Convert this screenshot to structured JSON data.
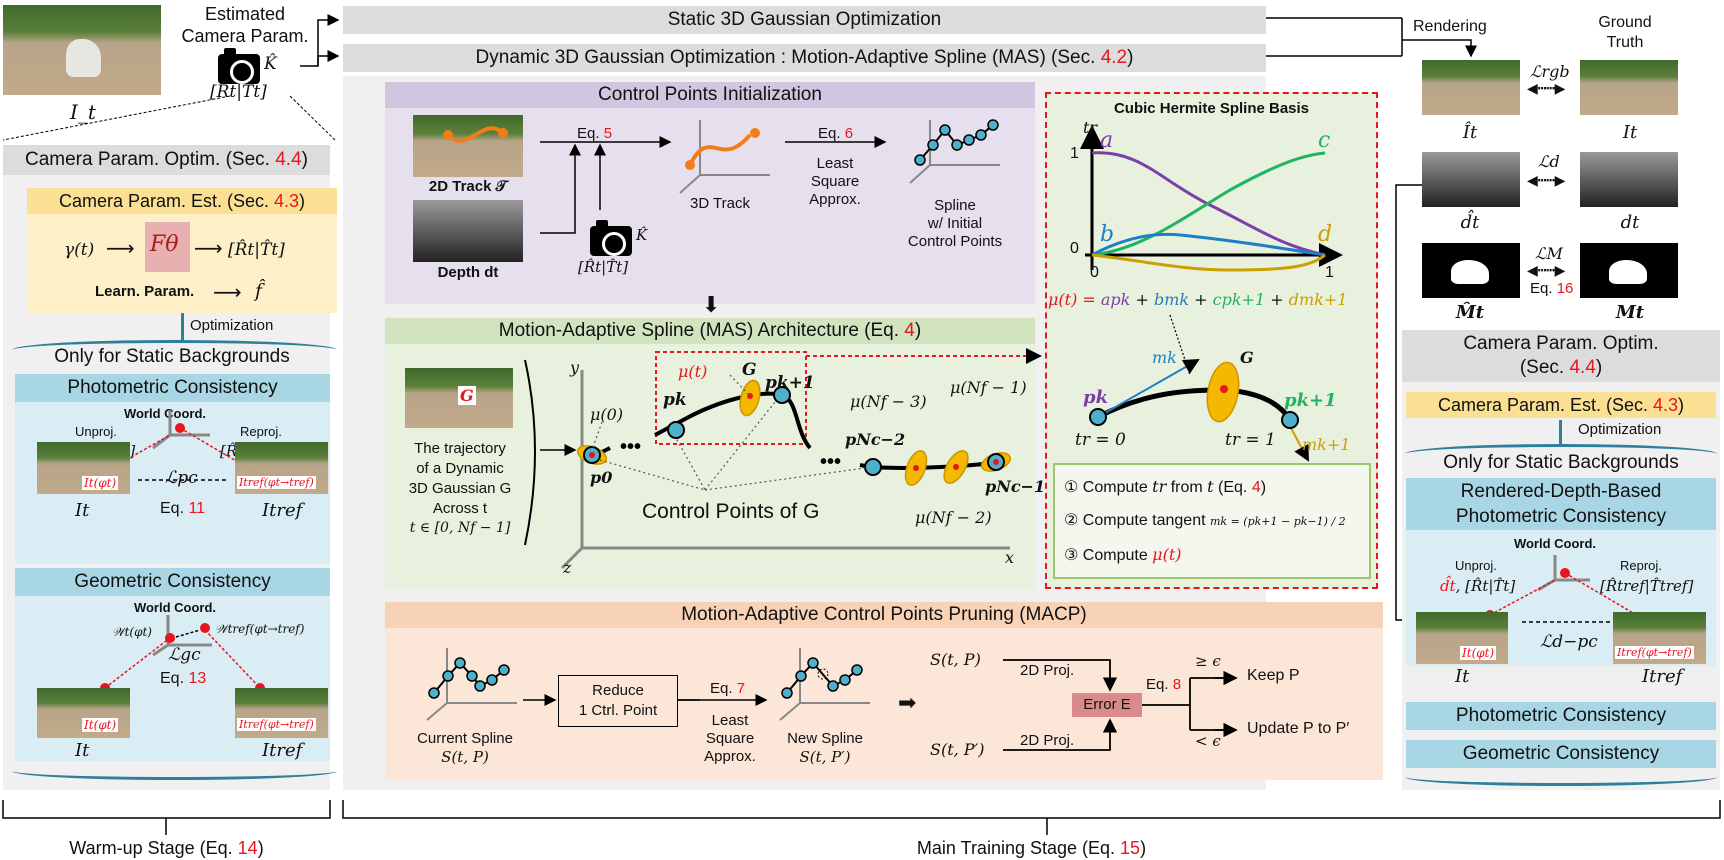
{
  "top": {
    "input_image_label": "I_t",
    "estimated_camera": {
      "line1": "Estimated",
      "line2": "Camera Param.",
      "k_label": "K̂",
      "rt_label": "[R̂t|T̂t]"
    },
    "static_bar": "Static 3D Gaussian Optimization",
    "dynamic_bar": {
      "text": "Dynamic 3D Gaussian Optimization : Motion-Adaptive Spline (MAS) (Sec. ",
      "ref": "4.2",
      "close": ")"
    }
  },
  "left_panel": {
    "title": {
      "text": "Camera Param. Optim. (Sec. ",
      "ref": "4.4",
      "close": ")"
    },
    "est_box": {
      "title": {
        "text": "Camera Param. Est.  (Sec. ",
        "ref": "4.3",
        "close": ")"
      },
      "gamma": "γ(t)",
      "f_theta": "Fθ",
      "rt_out": "[R̂t|T̂t]",
      "learn_param": "Learn. Param.",
      "f_hat": "f̂"
    },
    "optimization_label": "Optimization",
    "static_bg": "Only for Static Backgrounds",
    "photometric": {
      "title": "Photometric Consistency",
      "world": "World Coord.",
      "unproj": "Unproj.",
      "unproj_math": "dt, [R̂t|T̂t]",
      "reproj": "Reproj.",
      "reproj_math": "[R̂tref|T̂tref]",
      "loss": "ℒpc",
      "eq_text": "Eq. ",
      "eq_ref": "11",
      "img_left_tag": "It(φt)",
      "img_right_tag": "Itref(φt→tref)",
      "img_left_label": "It",
      "img_right_label": "Itref"
    },
    "geometric": {
      "title": "Geometric Consistency",
      "world": "World Coord.",
      "w_left": "𝒲t(φt)",
      "w_right": "𝒲tref(φt→tref)",
      "loss": "ℒgc",
      "eq_text": "Eq. ",
      "eq_ref": "13",
      "img_left_tag": "It(φt)",
      "img_right_tag": "Itref(φt→tref)",
      "img_left_label": "It",
      "img_right_label": "Itref"
    }
  },
  "cpi": {
    "title": "Control Points Initialization",
    "track2d": "2D Track 𝒯",
    "depth": "Depth dt",
    "eq5_text": "Eq. ",
    "eq5_ref": "5",
    "k_label": "K̂",
    "rt_label": "[R̂t|T̂t]",
    "track3d": "3D Track",
    "eq6_text": "Eq. ",
    "eq6_ref": "6",
    "lsa": [
      "Least",
      "Square",
      "Approx."
    ],
    "spline": [
      "Spline",
      "w/ Initial",
      "Control Points"
    ]
  },
  "mas": {
    "title": {
      "text": "Motion-Adaptive Spline (MAS) Architecture (Eq. ",
      "ref": "4",
      "close": ")"
    },
    "g_tag": "G",
    "desc": [
      "The trajectory",
      "of a Dynamic",
      "3D Gaussian G",
      "Across t",
      "t ∈ [0, Nf − 1]"
    ],
    "axes": {
      "y": "y",
      "x": "x",
      "z": "z"
    },
    "labels": {
      "mu0": "μ(0)",
      "p0": "p0",
      "pk": "pk",
      "mut": "μ(t)",
      "g": "G",
      "pk1": "pk+1",
      "pnc2": "pNc−2",
      "pnc1": "pNc−1",
      "munf3": "μ(Nf − 3)",
      "munf1": "μ(Nf − 1)",
      "munf2": "μ(Nf − 2)"
    },
    "control_points_label": "Control Points of  G"
  },
  "hermite": {
    "title": "Cubic Hermite Spline Basis",
    "y_axis": "tr",
    "tick_y1": "1",
    "tick_y0": "0",
    "tick_x0": "0",
    "tick_x1": "1",
    "curves": {
      "a": "a",
      "b": "b",
      "c": "c",
      "d": "d"
    },
    "colors": {
      "a": "#7b3fa8",
      "b": "#1f7fc4",
      "c": "#1fb462",
      "d": "#c9a000"
    },
    "formula": {
      "lhs": "μ(t) = ",
      "a": "apk",
      "plus1": " + ",
      "b": "bmk",
      "plus2": " + ",
      "c": "cpk+1",
      "plus3": " + ",
      "d": "dmk+1"
    },
    "segment": {
      "pk": "pk",
      "pk1": "pk+1",
      "mk": "mk",
      "mk1": "mk+1",
      "g": "G",
      "tr0": "tr = 0",
      "tr1": "tr = 1"
    },
    "steps": [
      {
        "num": "①",
        "text": "Compute ",
        "math": "tr",
        "text2": " from ",
        "math2": "t",
        "text3": "  (Eq. ",
        "ref": "4",
        "close": ")"
      },
      {
        "num": "②",
        "text": "Compute tangent ",
        "math": "mk = (pk+1 − pk−1) / 2"
      },
      {
        "num": "③",
        "text": "Compute ",
        "math": "μ(t)"
      }
    ]
  },
  "macp": {
    "title": "Motion-Adaptive Control Points Pruning (MACP)",
    "current": [
      "Current Spline",
      "S(t, P)"
    ],
    "reduce": [
      "Reduce",
      "1 Ctrl. Point"
    ],
    "eq7_text": "Eq. ",
    "eq7_ref": "7",
    "lsa": [
      "Least",
      "Square",
      "Approx."
    ],
    "new": [
      "New Spline",
      "S(t, P′)"
    ],
    "s_p": "S(t, P)",
    "s_p2": "S(t, P′)",
    "proj": "2D Proj.",
    "error": "Error E",
    "eq8_text": "Eq. ",
    "eq8_ref": "8",
    "ge": "≥ ϵ",
    "lt": "< ϵ",
    "keep": "Keep P",
    "update": "Update P to P′"
  },
  "right_panel": {
    "rendering": "Rendering",
    "gt": [
      "Ground",
      "Truth"
    ],
    "l_rgb": "ℒrgb",
    "l_d": "ℒd",
    "l_m": "ℒM",
    "eq16_text": "Eq. ",
    "eq16_ref": "16",
    "i_hat": "Ît",
    "i": "It",
    "d_hat": "d̂t",
    "d": "dt",
    "m_hat": "M̂t",
    "m": "Mt",
    "optim_title": [
      "Camera Param. Optim.",
      "(Sec. ",
      "4.4",
      ")"
    ],
    "est": {
      "text": "Camera Param. Est.  (Sec. ",
      "ref": "4.3",
      "close": ")"
    },
    "optimization": "Optimization",
    "static_bg": "Only for Static Backgrounds",
    "rdb": [
      "Rendered-Depth-Based",
      "Photometric Consistency"
    ],
    "world": "World Coord.",
    "unproj": "Unproj.",
    "unproj_dhat": "d̂t",
    "unproj_rest": ", [R̂t|T̂t]",
    "reproj": "Reproj.",
    "reproj_math": "[R̂tref|T̂tref]",
    "loss": "ℒd−pc",
    "img_left_tag": "It(φt)",
    "img_right_tag": "Itref(φt→tref)",
    "img_left_label": "It",
    "img_right_label": "Itref",
    "photometric": "Photometric Consistency",
    "geometric": "Geometric Consistency"
  },
  "footer": {
    "warmup": {
      "text": "Warm-up Stage (Eq. ",
      "ref": "14",
      "close": ")"
    },
    "main": {
      "text": "Main Training Stage (Eq. ",
      "ref": "15",
      "close": ")"
    }
  }
}
